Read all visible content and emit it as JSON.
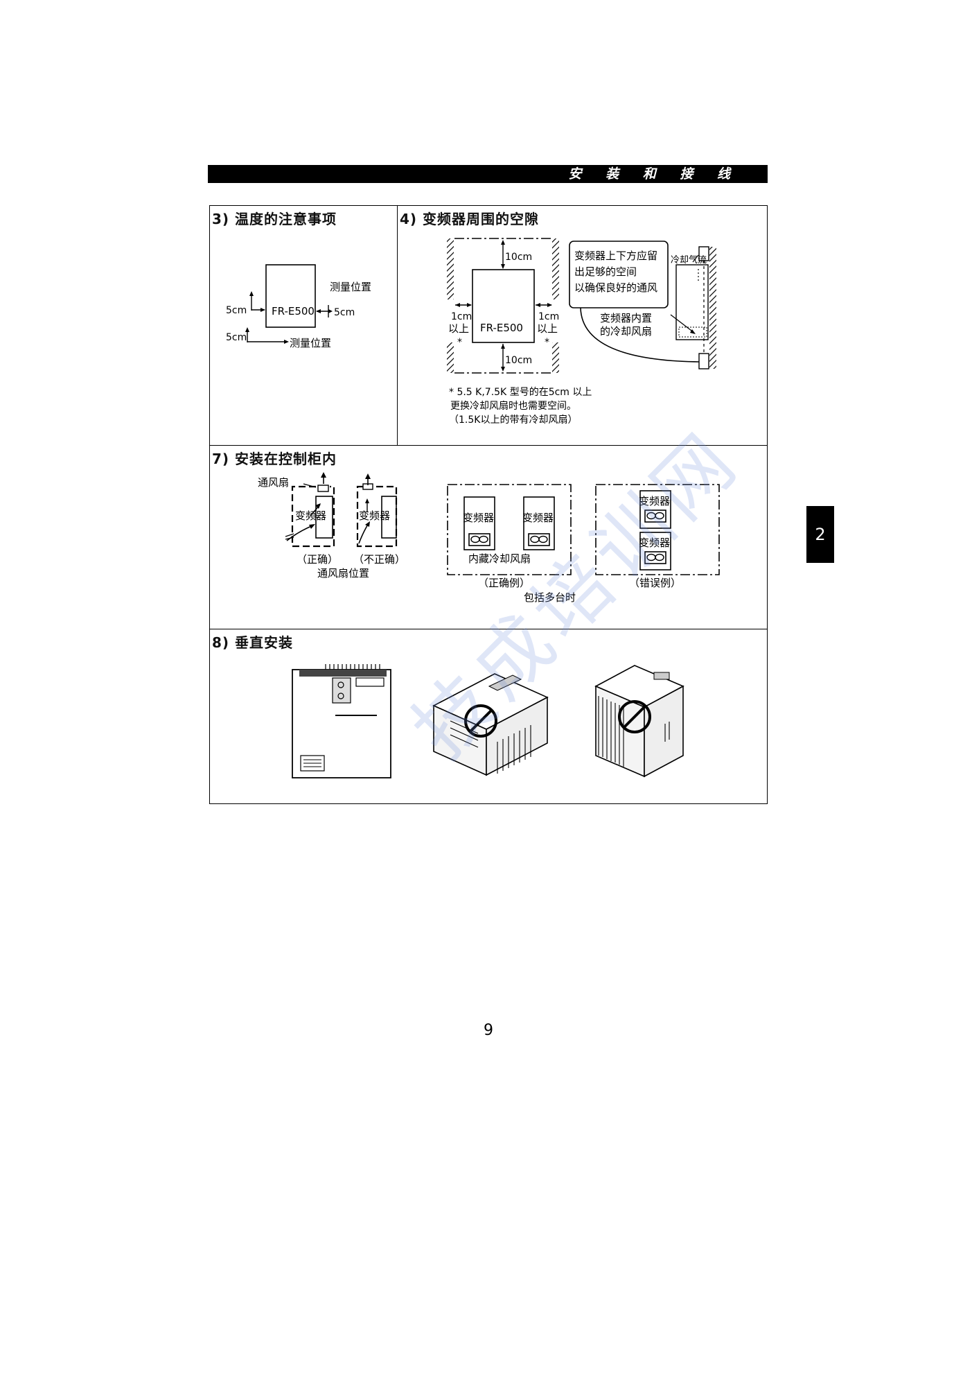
{
  "header": {
    "title": "安 装 和 接 线"
  },
  "side_tab": "2",
  "page_number": "9",
  "watermark": "技成培训网",
  "sections": {
    "s3": {
      "title": "3) 温度的注意事项",
      "device_label": "FR-E500",
      "dim_left": "5cm",
      "dim_right": "5cm",
      "dim_bottom": "5cm",
      "measure_right": "测量位置",
      "measure_bottom": "测量位置"
    },
    "s4": {
      "title": "4) 变频器周围的空隙",
      "device_label": "FR-E500",
      "top_dim": "10cm",
      "bottom_dim": "10cm",
      "left_dim": "1cm",
      "left_dim2": "以上",
      "right_dim": "1cm",
      "right_dim2": "以上",
      "star_left": "*",
      "star_right": "*",
      "box_lines": [
        "变频器上下方应留",
        "出足够的空间",
        "以确保良好的通风"
      ],
      "airflow_label": "冷却气流",
      "fan_label_1": "变频器内置",
      "fan_label_2": "的冷却风扇",
      "notes": [
        "* 5.5 K,7.5K 型号的在5cm 以上",
        "更换冷却风扇时也需要空间。",
        "（1.5K以上的带有冷却风扇）"
      ]
    },
    "s7": {
      "title": "7) 安装在控制柜内",
      "fan_label": "通风扇",
      "inverter_a": "变频器",
      "inverter_b": "变频器",
      "correct": "（正确）",
      "incorrect": "（不正确）",
      "fan_position": "通风扇位置",
      "box_inv_1": "变频器",
      "box_inv_2": "变频器",
      "builtin_fan": "内藏冷却风扇",
      "correct_example": "（正确例）",
      "multi": "包括多台时",
      "wrong_inv_1": "变频器",
      "wrong_inv_2": "变频器",
      "wrong_example": "（错误例）"
    },
    "s8": {
      "title": "8) 垂直安装"
    }
  }
}
